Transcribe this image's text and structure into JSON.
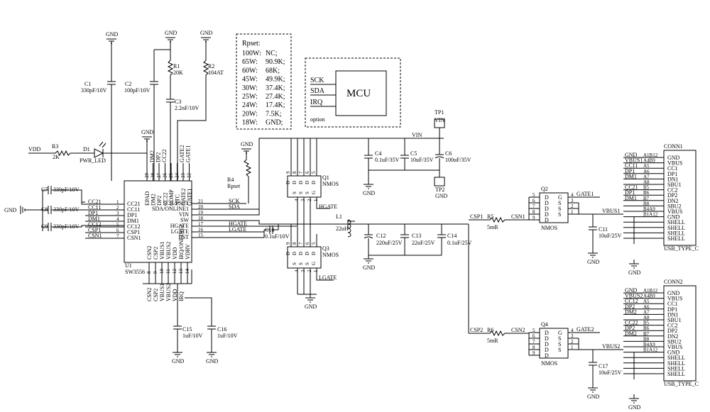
{
  "gnd": "GND",
  "rpset": {
    "title": "Rpset:",
    "rows": [
      {
        "w": "100W:",
        "v": "NC;"
      },
      {
        "w": "65W:",
        "v": "90.9K;"
      },
      {
        "w": "60W:",
        "v": "68K;"
      },
      {
        "w": "45W:",
        "v": "49.9K;"
      },
      {
        "w": "30W:",
        "v": "37.4K;"
      },
      {
        "w": "25W:",
        "v": "27.4K;"
      },
      {
        "w": "24W:",
        "v": "17.4K;"
      },
      {
        "w": "20W:",
        "v": "7.5K;"
      },
      {
        "w": "18W:",
        "v": "GND;"
      }
    ]
  },
  "mcu": {
    "title": "MCU",
    "sck": "SCK",
    "sda": "SDA",
    "irq": "IRQ",
    "option": "option"
  },
  "comp": {
    "c1_ref": "C1",
    "c1_val": "330pF/10V",
    "c2_ref": "C2",
    "c2_val": "100pF/10V",
    "r1_ref": "R1",
    "r1_val": "20K",
    "r2_ref": "R2",
    "r2_val": "104AT",
    "c3_ref": "C3",
    "c3_val": "2.2nF/10V",
    "r3_ref": "R3",
    "r3_val": "2K",
    "d1_ref": "D1",
    "d1_val": "PWR_LED",
    "vdd": "VDD",
    "r4_ref": "R4",
    "r4_val": "Rpset",
    "c7": "C7",
    "c7_val": "330pF/10V",
    "c8": "C8",
    "c8_val": "330pF/10V",
    "c9": "C9",
    "c9_val": "330pF/10V",
    "c10_ref": "C10",
    "c10_val": "0.1uF/10V",
    "c15_ref": "C15",
    "c15_val": "1uF/10V",
    "c16_ref": "C16",
    "c16_val": "1uF/10V",
    "u1_ref": "U1",
    "u1_val": "SW3556",
    "q1": "Q1",
    "q1_val": "NMOS",
    "q3": "Q3",
    "q3_val": "NMOS",
    "l1": "L1",
    "l1_val": "22uH",
    "c4": "C4",
    "c4_val": "0.1uF/35V",
    "c5": "C5",
    "c5_val": "10uF/35V",
    "c6": "C6",
    "c6_val": "100uF/35V",
    "c12": "C12",
    "c12_val": "220uF/25V",
    "c13": "C13",
    "c13_val": "22uF/25V",
    "c14": "C14",
    "c14_val": "0.1uF/25V",
    "tp1": "TP1",
    "tp1_val": "VIN",
    "tp2": "TP2",
    "tp2_val": "GND",
    "vin": "VIN",
    "hgate": "HGATE",
    "lgate": "LGATE",
    "csp1": "CSP1",
    "csp2": "CSP2",
    "csn1": "CSN1",
    "csn2": "CSN2",
    "r5": "R5",
    "r5_val": "5mR",
    "r6": "R6",
    "r6_val": "5mR",
    "q2": "Q2",
    "q4": "Q4",
    "nmos": "NMOS",
    "gate1": "GATE1",
    "gate2": "GATE2",
    "c11": "C11",
    "c11_val": "10uF/25V",
    "c17": "C17",
    "c17_val": "10uF/25V",
    "vbus1": "VBUS1",
    "vbus2": "VBUS2",
    "conn1": "CONN1",
    "conn2": "CONN2",
    "usb": "USB_TYPE_C"
  },
  "u1_left": [
    {
      "n": "CC21",
      "p": "1"
    },
    {
      "n": "CC11",
      "p": "2"
    },
    {
      "n": "DP1",
      "p": "3"
    },
    {
      "n": "DM1",
      "p": "4"
    },
    {
      "n": "CC12",
      "p": "5"
    },
    {
      "n": "CSP1",
      "p": "6"
    },
    {
      "n": "CSN1",
      "p": "7"
    }
  ],
  "u1_inner_left": [
    "CC21",
    "CC11",
    "DP1",
    "DM1",
    "CC12",
    "CSP1",
    "CSN1"
  ],
  "u1_right": [
    {
      "n": "SCK/PSET",
      "net": "SCK",
      "p": "21"
    },
    {
      "n": "SDA/ONLINE1",
      "net": "SDA",
      "p": "20"
    },
    {
      "n": "VIN",
      "net": "",
      "p": "19"
    },
    {
      "n": "SW",
      "net": "",
      "p": "18"
    },
    {
      "n": "HGATE",
      "net": "HGATE",
      "p": "17"
    },
    {
      "n": "LGATE",
      "net": "LGATE",
      "p": "16"
    },
    {
      "n": "BST",
      "net": "",
      "p": "15"
    }
  ],
  "u1_top": [
    {
      "n": "EPAD",
      "p": "29"
    },
    {
      "n": "DM2",
      "p": "28"
    },
    {
      "n": "DP2",
      "p": "27"
    },
    {
      "n": "CC22",
      "p": "26"
    },
    {
      "n": "COMP",
      "p": "25"
    },
    {
      "n": "NTC",
      "p": "24"
    },
    {
      "n": "GATE2",
      "p": "23"
    },
    {
      "n": "GATE1",
      "p": "22"
    }
  ],
  "u1_top_nets": [
    "DM2",
    "DP2",
    "CC22"
  ],
  "u1_top_nets_r": [
    "GATE2",
    "GATE1"
  ],
  "u1_bottom": [
    {
      "n": "CSN2",
      "p": "8"
    },
    {
      "n": "CSP2",
      "p": "9"
    },
    {
      "n": "VBUS1",
      "p": "10"
    },
    {
      "n": "VBUS2",
      "p": "11"
    },
    {
      "n": "VDD",
      "p": "12"
    },
    {
      "n": "IRQ/ONLINE2",
      "p": "13"
    },
    {
      "n": "VDRV",
      "p": "14"
    }
  ],
  "u1_bottom_nets": [
    "CSN2",
    "CSP2",
    "VBUS1",
    "VBUS2",
    "VDD",
    "IRQ"
  ],
  "conn_rows": [
    {
      "pin": "GND",
      "num": "A1B12"
    },
    {
      "pin": "VBUS",
      "num": "A4B9"
    },
    {
      "pin": "CC1",
      "num": "A5"
    },
    {
      "pin": "DP1",
      "num": "A6"
    },
    {
      "pin": "DN1",
      "num": "A7"
    },
    {
      "pin": "SBU1",
      "num": "A8"
    },
    {
      "pin": "CC2",
      "num": "B5"
    },
    {
      "pin": "DP2",
      "num": "B6"
    },
    {
      "pin": "DN2",
      "num": "B7"
    },
    {
      "pin": "SBU2",
      "num": "B8"
    },
    {
      "pin": "VBUS",
      "num": "B4A9"
    },
    {
      "pin": "GND",
      "num": "B1A12"
    },
    {
      "pin": "SHELL",
      "num": ""
    },
    {
      "pin": "SHELL",
      "num": ""
    },
    {
      "pin": "SHELL",
      "num": ""
    },
    {
      "pin": "SHELL",
      "num": ""
    }
  ],
  "conn1_nets": [
    "GND",
    "VBUS1",
    "CC11",
    "DP1",
    "DM1",
    "",
    "CC21",
    "DP1",
    "DM1"
  ],
  "conn2_nets": [
    "GND",
    "VBUS2",
    "CC12",
    "DP2",
    "DM2",
    "",
    "CC22",
    "DP2",
    "DM2"
  ],
  "mos_pins": {
    "d": "D",
    "s": "S",
    "g": "G",
    "l": [
      "5",
      "6",
      "7",
      "8",
      "9"
    ],
    "r": [
      "4",
      "3",
      "2",
      "1"
    ]
  },
  "q_pins_top": [
    "9",
    "8",
    "7",
    "6",
    "5"
  ],
  "q_pins_bot": [
    "4",
    "3",
    "2",
    "1"
  ]
}
